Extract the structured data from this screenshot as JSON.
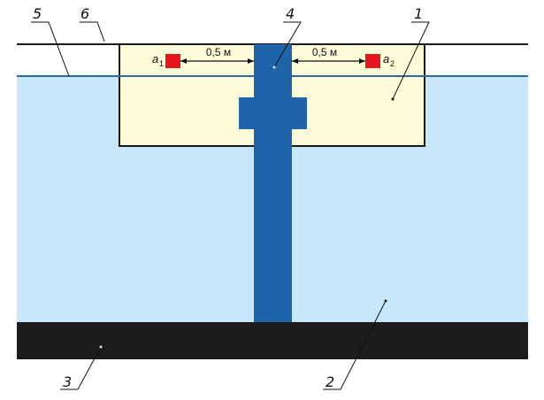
{
  "colors": {
    "water": "#c7e8fb",
    "slab": "#fdfbd8",
    "pile": "#1d64a8",
    "soil": "#1c1c1c",
    "waterline": "#2a6aa0",
    "sensor": "#e8151c",
    "outline": "#1a1a1a"
  },
  "callouts": {
    "c1": "1",
    "c2": "2",
    "c3": "3",
    "c4": "4",
    "c5": "5",
    "c6": "6"
  },
  "dimensions": {
    "left": "0,5 м",
    "right": "0,5 м"
  },
  "sensors": {
    "a1": {
      "letter": "a",
      "index": "1"
    },
    "a2": {
      "letter": "a",
      "index": "2"
    }
  }
}
